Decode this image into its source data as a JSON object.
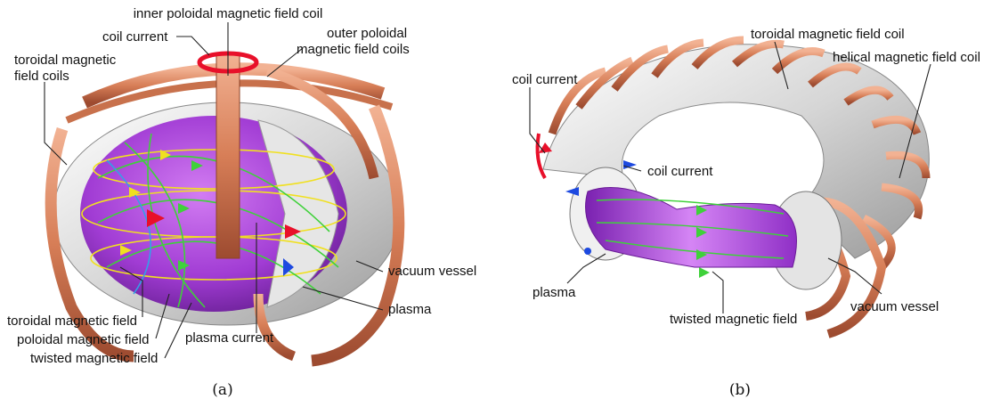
{
  "panel_a": {
    "caption": "(a)",
    "labels": {
      "inner_poloidal_coil": "inner poloidal magnetic field coil",
      "coil_current": "coil current",
      "outer_poloidal_coils_1": "outer poloidal",
      "outer_poloidal_coils_2": "magnetic field coils",
      "toroidal_coils_1": "toroidal magnetic",
      "toroidal_coils_2": "field coils",
      "vacuum_vessel": "vacuum vessel",
      "plasma": "plasma",
      "plasma_current": "plasma current",
      "toroidal_field": "toroidal magnetic field",
      "poloidal_field": "poloidal magnetic field",
      "twisted_field": "twisted magnetic field"
    }
  },
  "panel_b": {
    "caption": "(b)",
    "labels": {
      "toroidal_coil": "toroidal magnetic field coil",
      "helical_coil": "helical magnetic field coil",
      "coil_current_top": "coil current",
      "coil_current_mid": "coil current",
      "plasma": "plasma",
      "twisted_field": "twisted magnetic field",
      "vacuum_vessel": "vacuum vessel"
    }
  },
  "colors": {
    "copper": "#d9825c",
    "copper_dark": "#a9553a",
    "plasma": "#a33bd6",
    "vessel": "#dcdcdc",
    "field_yellow": "#f0e020",
    "field_green": "#3fd13a",
    "arrow_red": "#e8102a",
    "arrow_blue": "#1d49e0"
  }
}
